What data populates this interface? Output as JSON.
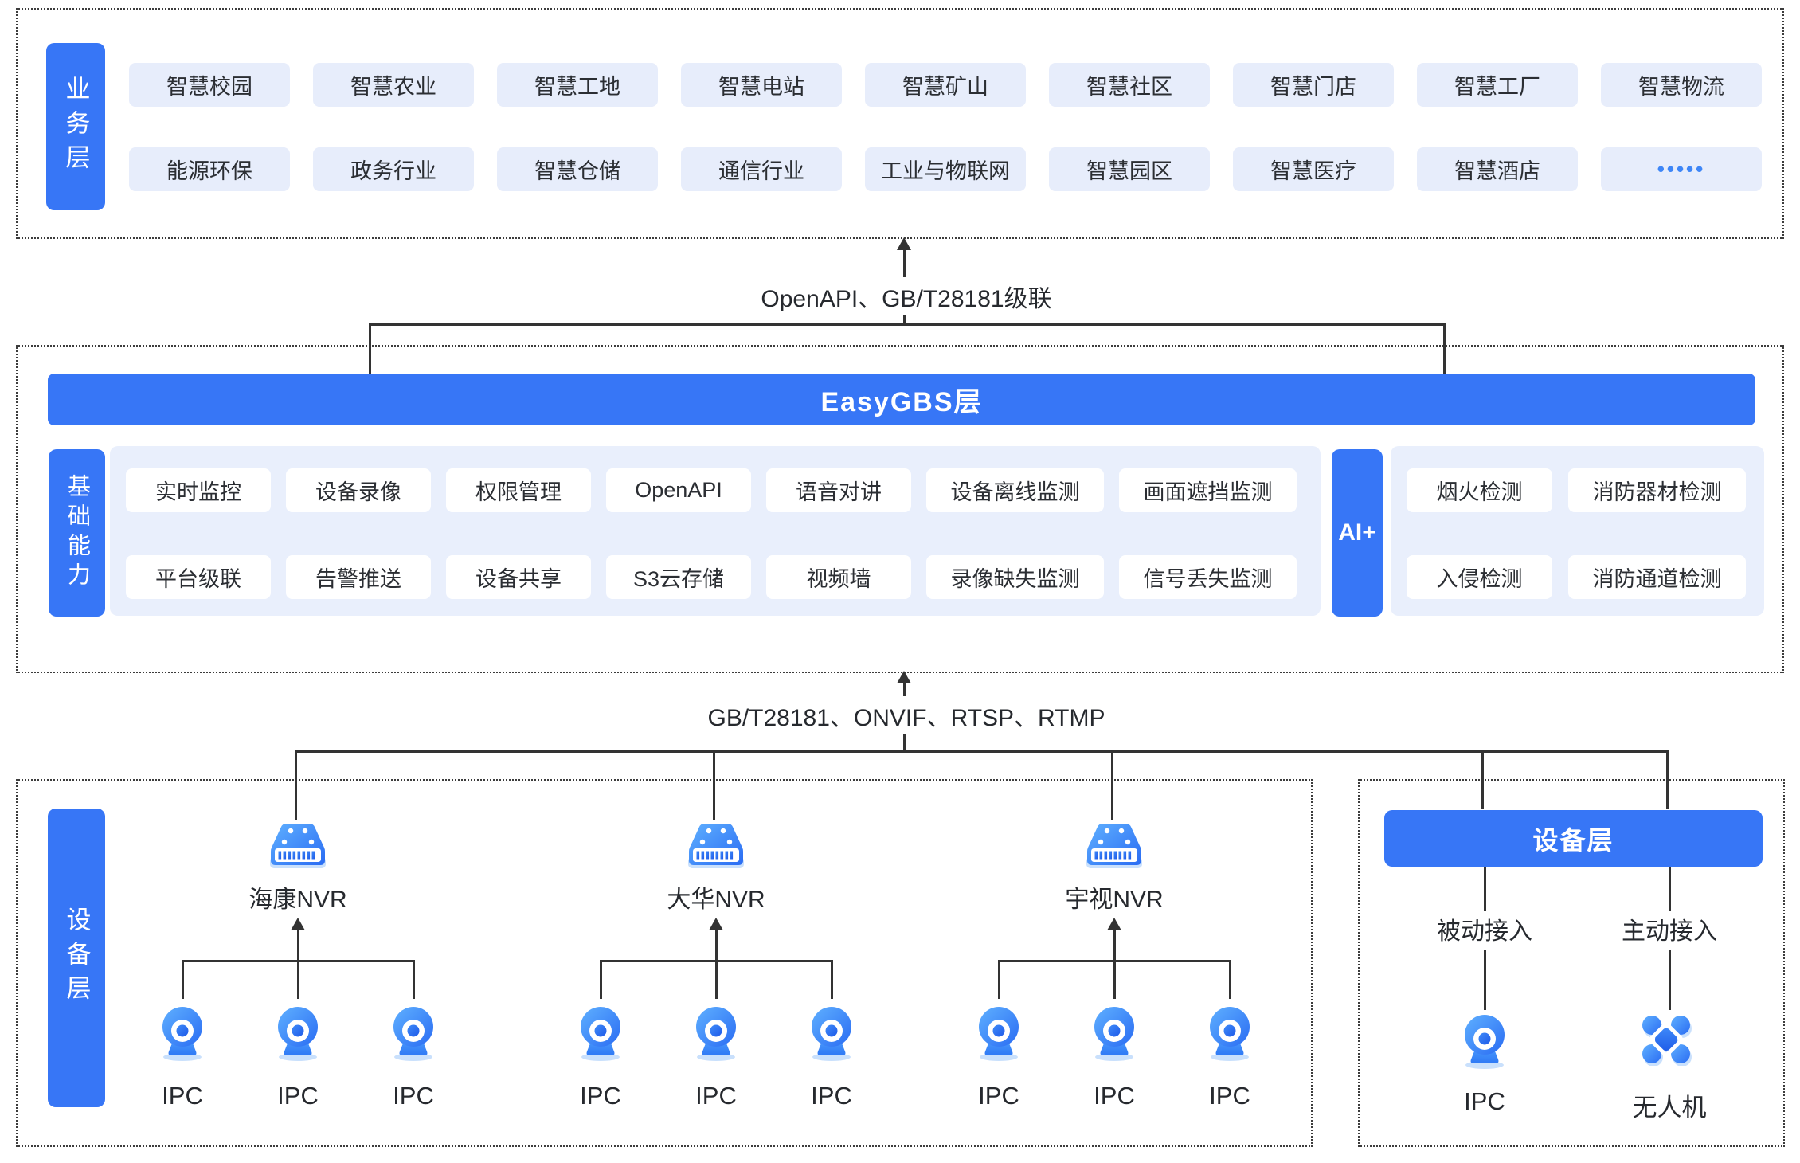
{
  "colors": {
    "accent": "#3776F6",
    "chip_bg": "#E7EDFB",
    "panel_bg": "#E9EFFC",
    "line": "#333333",
    "icon_gradient": [
      "#5FB0FF",
      "#2A6CF3"
    ],
    "icon_shadow": "#C9E0FC"
  },
  "business_layer": {
    "label": "业务层",
    "row1": [
      "智慧校园",
      "智慧农业",
      "智慧工地",
      "智慧电站",
      "智慧矿山",
      "智慧社区",
      "智慧门店",
      "智慧工厂",
      "智慧物流"
    ],
    "row2": [
      "能源环保",
      "政务行业",
      "智慧仓储",
      "通信行业",
      "工业与物联网",
      "智慧园区",
      "智慧医疗",
      "智慧酒店",
      "•••••"
    ]
  },
  "link_top": {
    "label": "OpenAPI、GB/T28181级联"
  },
  "easygbs": {
    "title": "EasyGBS层"
  },
  "base_capabilities": {
    "label": "基础能力",
    "row1": [
      "实时监控",
      "设备录像",
      "权限管理",
      "OpenAPI",
      "语音对讲",
      "设备离线监测",
      "画面遮挡监测"
    ],
    "row2": [
      "平台级联",
      "告警推送",
      "设备共享",
      "S3云存储",
      "视频墙",
      "录像缺失监测",
      "信号丢失监测"
    ]
  },
  "ai": {
    "label": "AI+",
    "row1": [
      "烟火检测",
      "消防器材检测"
    ],
    "row2": [
      "入侵检测",
      "消防通道检测"
    ]
  },
  "link_bottom": {
    "label": "GB/T28181、ONVIF、RTSP、RTMP"
  },
  "device_layer_left": {
    "label": "设备层",
    "nvr_groups": [
      {
        "name": "海康NVR",
        "cameras": [
          "IPC",
          "IPC",
          "IPC"
        ]
      },
      {
        "name": "大华NVR",
        "cameras": [
          "IPC",
          "IPC",
          "IPC"
        ]
      },
      {
        "name": "宇视NVR",
        "cameras": [
          "IPC",
          "IPC",
          "IPC"
        ]
      }
    ]
  },
  "device_layer_right": {
    "header": "设备层",
    "passive": {
      "label": "被动接入",
      "device": "IPC"
    },
    "active": {
      "label": "主动接入",
      "device": "无人机"
    }
  }
}
